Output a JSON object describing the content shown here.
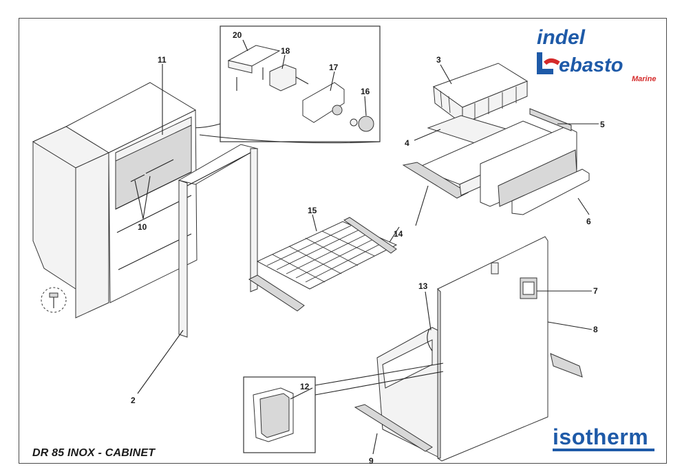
{
  "title": "DR 85 INOX - CABINET",
  "logo": {
    "line1": "indel",
    "line2": "Webasto",
    "line3": "Marine",
    "blue": "#1e5aa8",
    "red": "#d42a2a"
  },
  "isotherm_logo": "isotherm",
  "callouts": [
    "2",
    "3",
    "4",
    "5",
    "6",
    "7",
    "8",
    "9",
    "10",
    "11",
    "12",
    "13",
    "14",
    "15",
    "16",
    "17",
    "18",
    "20"
  ]
}
